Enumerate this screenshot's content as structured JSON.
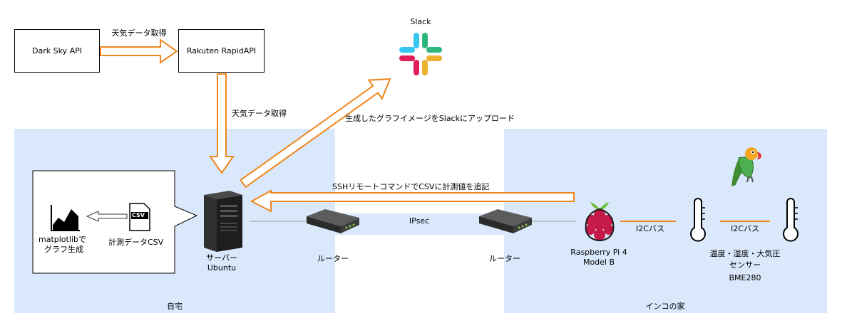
{
  "zones": {
    "home": "自宅",
    "parrot_home": "インコの家"
  },
  "boxes": {
    "dark_sky": "Dark Sky API",
    "rakuten": "Rakuten RapidAPI"
  },
  "arrows": {
    "weather_fetch_top": "天気データ取得",
    "weather_fetch_down": "天気データ取得",
    "upload_slack": "生成したグラフイメージをSlackにアップロード",
    "ssh_command": "SSHリモートコマンドでCSVに計測値を追記"
  },
  "nodes": {
    "slack": "Slack",
    "server_line1": "サーバー",
    "server_line2": "Ubuntu",
    "router_left": "ルーター",
    "router_right": "ルーター",
    "ipsec": "IPsec",
    "raspi_line1": "Raspberry Pi 4",
    "raspi_line2": "Model B",
    "i2c_1": "I2Cバス",
    "i2c_2": "I2Cバス",
    "sensor_line1": "温度・湿度・大気圧",
    "sensor_line2": "センサー",
    "sensor_line3": "BME280",
    "csv_badge": "CSV",
    "csv_label": "計測データCSV",
    "matplotlib_line1": "matplotlibで",
    "matplotlib_line2": "グラフ生成"
  },
  "colors": {
    "zone_fill": "#dae8fc",
    "arrow_orange": "#f0861c",
    "slack_blue": "#36c5f0",
    "slack_green": "#2eb67d",
    "slack_yellow": "#ecb22e",
    "slack_red": "#e01e5a",
    "raspberry": "#c51a4a",
    "parrot_green": "#4caf50"
  }
}
